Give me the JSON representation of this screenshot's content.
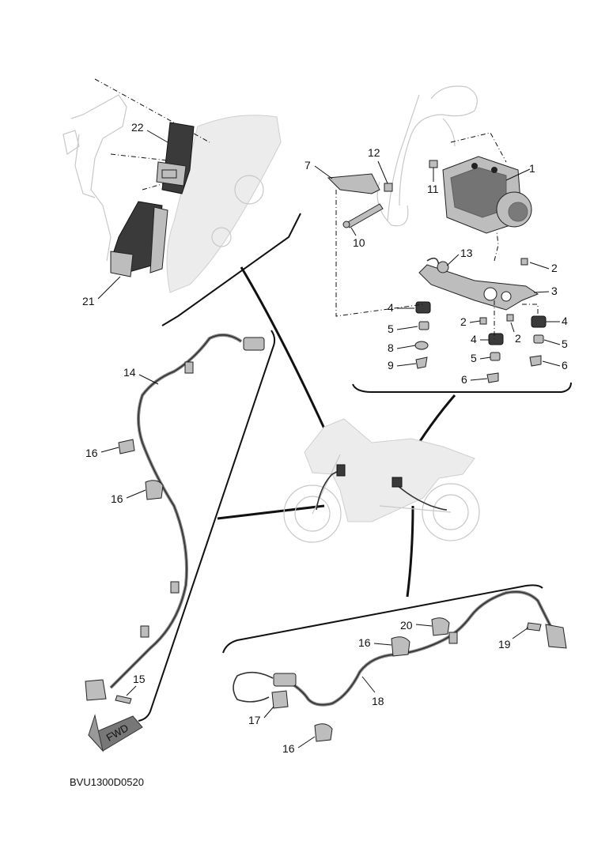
{
  "diagram": {
    "callouts": {
      "n1": "1",
      "n2a": "2",
      "n2b": "2",
      "n2c": "2",
      "n3": "3",
      "n4a": "4",
      "n4b": "4",
      "n4c": "4",
      "n5a": "5",
      "n5b": "5",
      "n5c": "5",
      "n6a": "6",
      "n6b": "6",
      "n7": "7",
      "n8": "8",
      "n9": "9",
      "n10": "10",
      "n11": "11",
      "n12": "12",
      "n13": "13",
      "n14": "14",
      "n15": "15",
      "n16a": "16",
      "n16b": "16",
      "n16c": "16",
      "n16d": "16",
      "n17": "17",
      "n18": "18",
      "n19": "19",
      "n20": "20",
      "n21": "21",
      "n22": "22"
    },
    "fwd_label": "FWD",
    "drawing_code": "BVU1300D0520"
  }
}
